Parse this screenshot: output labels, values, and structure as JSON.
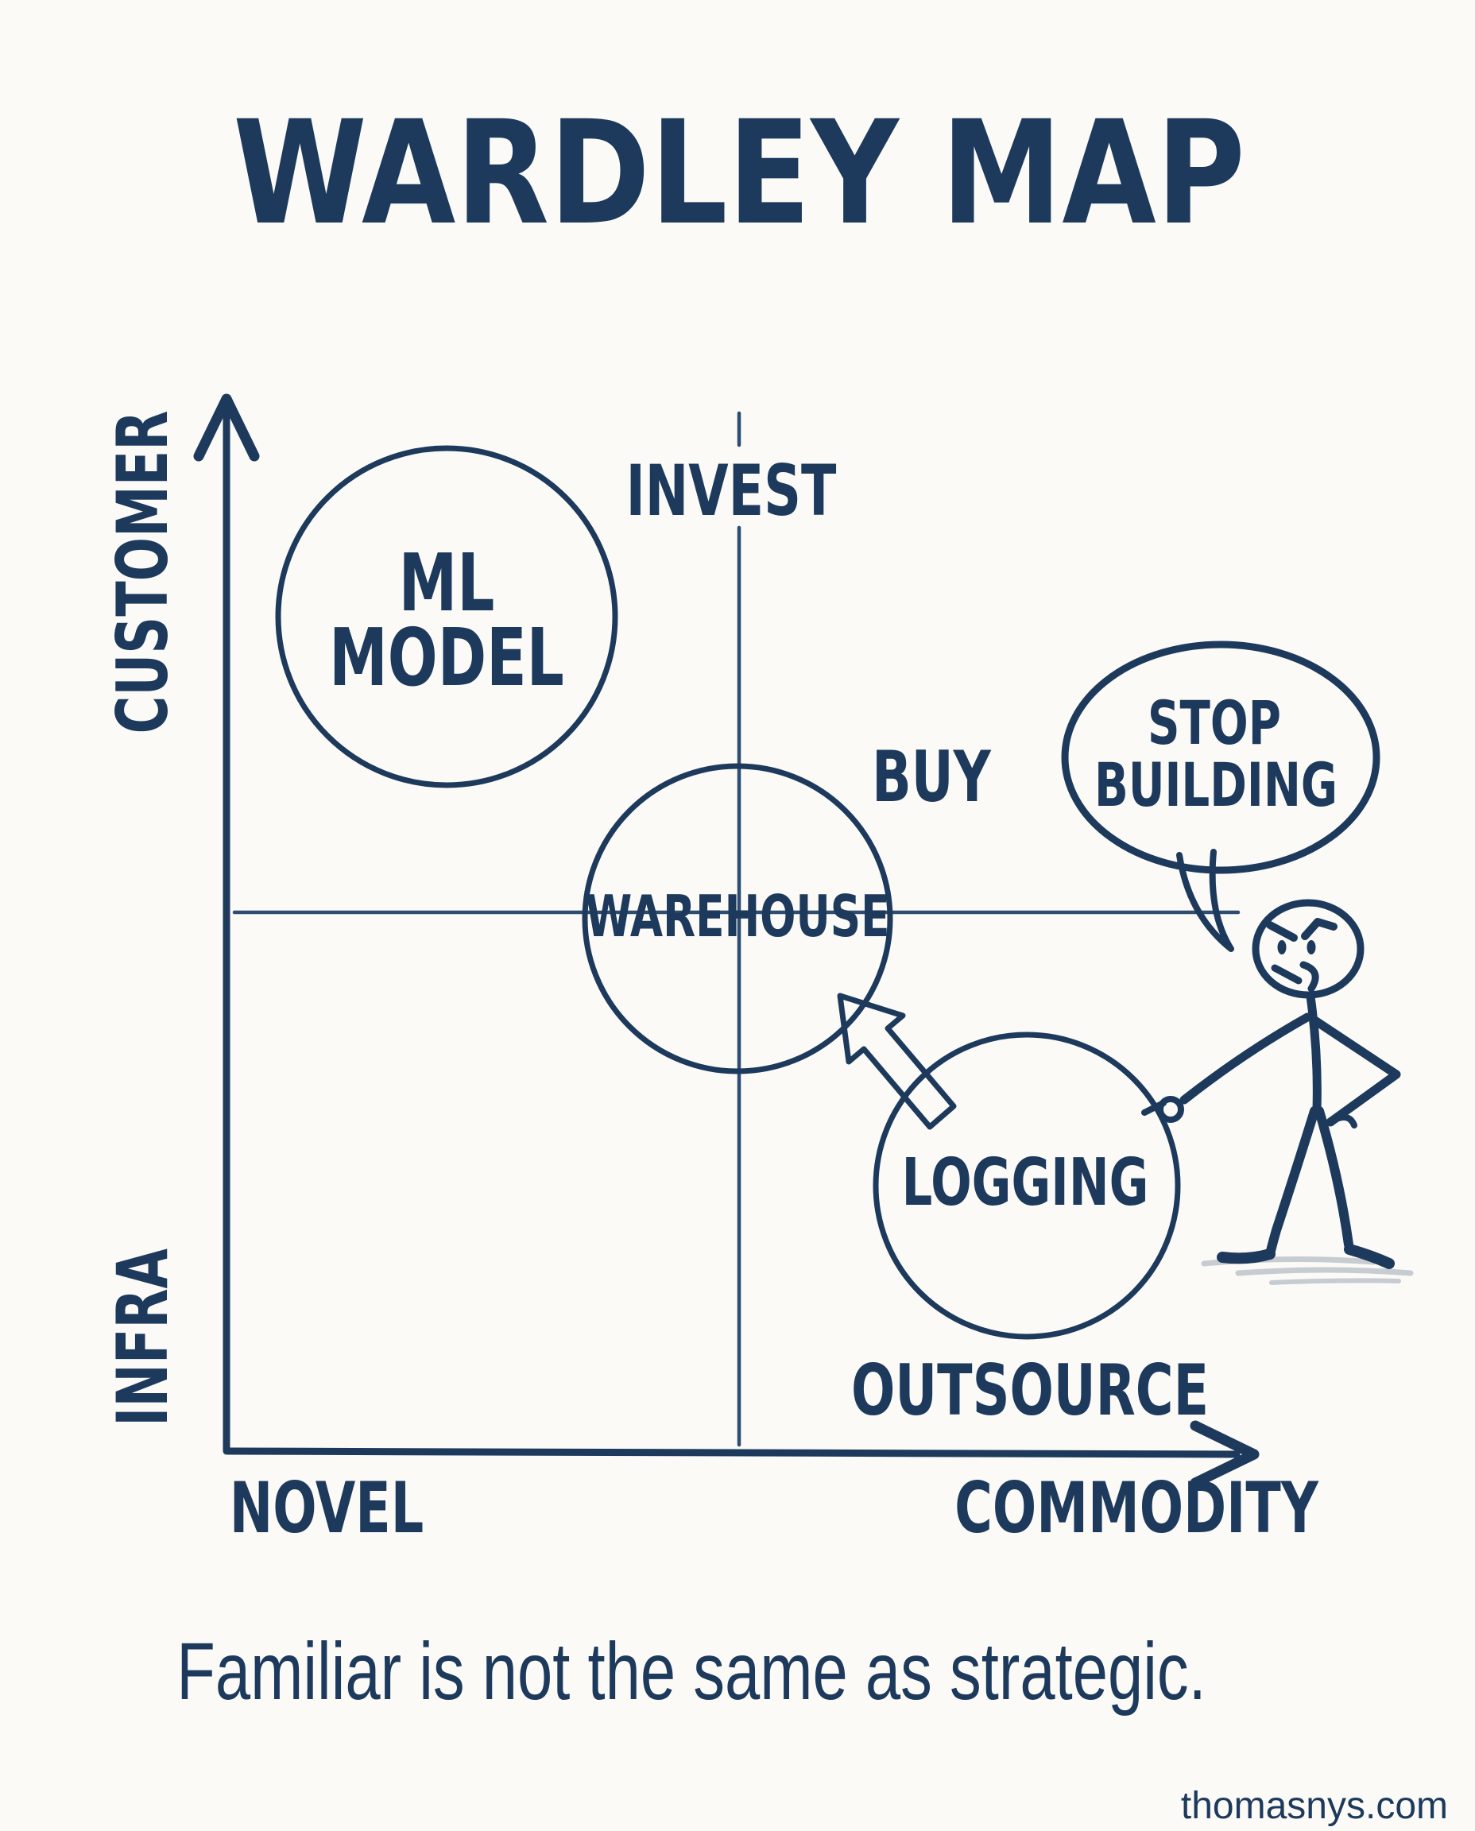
{
  "title": "WARDLEY MAP",
  "colors": {
    "ink": "#1d3a5c",
    "orange": "#eaa338",
    "gray": "#e4e3e1",
    "salmon": "#d7795e",
    "green": "#bcd9b5",
    "background": "#fbfaf7",
    "shadow": "#aab3bd"
  },
  "axes": {
    "y_label_top": "CUSTOMER",
    "y_label_bottom": "INFRA",
    "x_label_left": "NOVEL",
    "x_label_right": "COMMODITY"
  },
  "quadrants": {
    "invest": "INVEST",
    "buy": "BUY",
    "outsource": "OUTSOURCE"
  },
  "nodes": {
    "ml_model": {
      "line1": "ML",
      "line2": "MODEL",
      "color": "#eaa338"
    },
    "warehouse": {
      "label": "WAREHOUSE",
      "color": "#e4e3e1"
    },
    "logging": {
      "label": "LOGGING",
      "color": "#d7795e"
    }
  },
  "speech_bubble": {
    "line1": "STOP",
    "line2": "BUILDING"
  },
  "caption": "Familiar is not the same as strategic.",
  "watermark": "thomasnys.com"
}
